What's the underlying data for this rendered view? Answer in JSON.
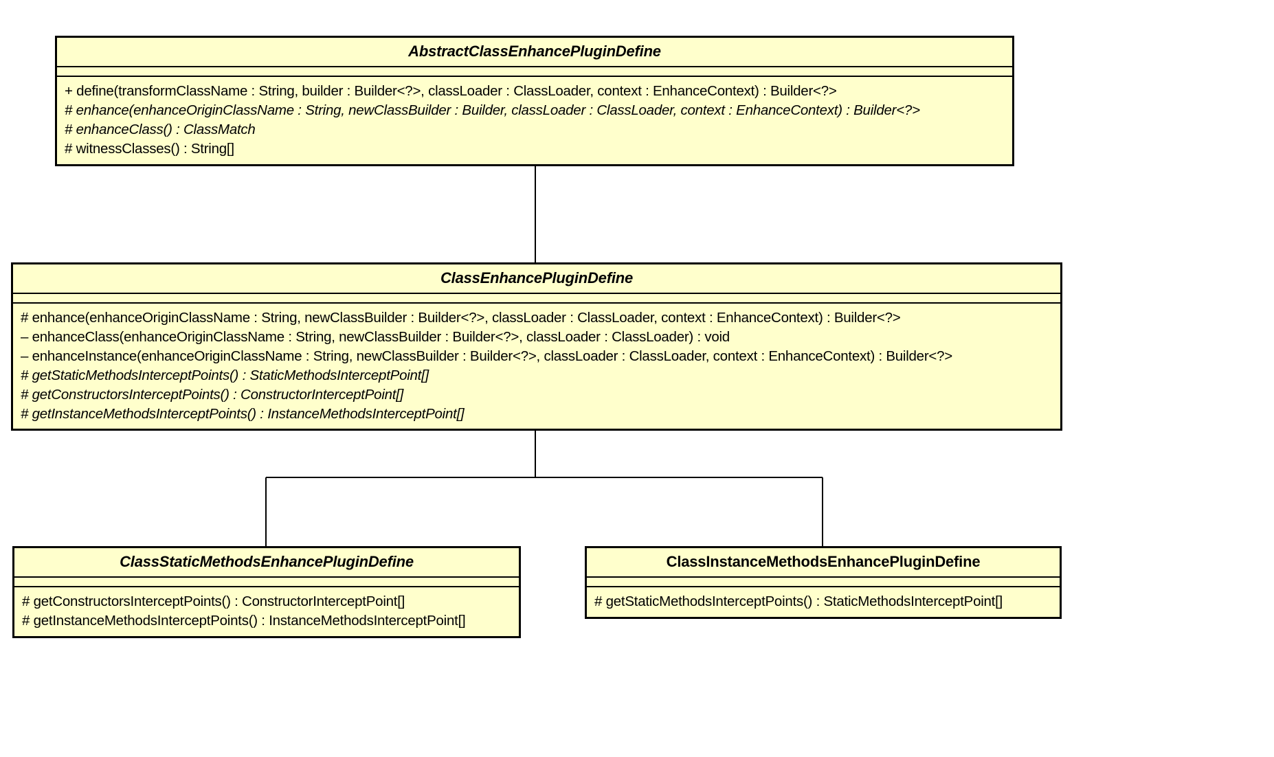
{
  "diagram": {
    "title": "UML Class Diagram",
    "type": "uml-class-diagram",
    "colors": {
      "class_fill": "#FFFFCC",
      "border": "#000000",
      "text": "#000000",
      "background": "#FFFFFF",
      "connector": "#000000"
    },
    "classes": [
      {
        "id": "abstract-class-enhance-plugin-define",
        "name": "AbstractClassEnhancePluginDefine",
        "stereotype": "abstract",
        "abstract": true,
        "attributes": [],
        "methods": [
          {
            "text": "+ define(transformClassName : String, builder : Builder<?>, classLoader : ClassLoader, context : EnhanceContext) : Builder<?>",
            "visibility": "public",
            "abstract": false
          },
          {
            "text": "# enhance(enhanceOriginClassName : String, newClassBuilder : Builder, classLoader : ClassLoader, context : EnhanceContext) : Builder<?>",
            "visibility": "protected",
            "abstract": true
          },
          {
            "text": "# enhanceClass() : ClassMatch",
            "visibility": "protected",
            "abstract": true
          },
          {
            "text": "# witnessClasses() : String[]",
            "visibility": "protected",
            "abstract": false
          }
        ]
      },
      {
        "id": "class-enhance-plugin-define",
        "name": "ClassEnhancePluginDefine",
        "stereotype": "abstract",
        "abstract": true,
        "attributes": [],
        "methods": [
          {
            "text": "# enhance(enhanceOriginClassName : String, newClassBuilder : Builder<?>, classLoader : ClassLoader, context : EnhanceContext) : Builder<?>",
            "visibility": "protected",
            "abstract": false
          },
          {
            "text": "– enhanceClass(enhanceOriginClassName : String, newClassBuilder : Builder<?>, classLoader : ClassLoader) : void",
            "visibility": "private",
            "abstract": false
          },
          {
            "text": "– enhanceInstance(enhanceOriginClassName : String, newClassBuilder : Builder<?>, classLoader : ClassLoader, context : EnhanceContext) : Builder<?>",
            "visibility": "private",
            "abstract": false
          },
          {
            "text": "# getStaticMethodsInterceptPoints() : StaticMethodsInterceptPoint[]",
            "visibility": "protected",
            "abstract": true
          },
          {
            "text": "# getConstructorsInterceptPoints() : ConstructorInterceptPoint[]",
            "visibility": "protected",
            "abstract": true
          },
          {
            "text": "# getInstanceMethodsInterceptPoints() : InstanceMethodsInterceptPoint[]",
            "visibility": "protected",
            "abstract": true
          }
        ]
      },
      {
        "id": "class-static-methods-enhance-plugin-define",
        "name": "ClassStaticMethodsEnhancePluginDefine",
        "stereotype": "abstract",
        "abstract": true,
        "attributes": [],
        "methods": [
          {
            "text": "# getConstructorsInterceptPoints() : ConstructorInterceptPoint[]",
            "visibility": "protected",
            "abstract": false
          },
          {
            "text": "# getInstanceMethodsInterceptPoints() : InstanceMethodsInterceptPoint[]",
            "visibility": "protected",
            "abstract": false
          }
        ]
      },
      {
        "id": "class-instance-methods-enhance-plugin-define",
        "name": "ClassInstanceMethodsEnhancePluginDefine",
        "stereotype": "concrete",
        "abstract": false,
        "attributes": [],
        "methods": [
          {
            "text": "# getStaticMethodsInterceptPoints() : StaticMethodsInterceptPoint[]",
            "visibility": "protected",
            "abstract": false
          }
        ]
      }
    ],
    "relationships": [
      {
        "type": "generalization",
        "from": "ClassEnhancePluginDefine",
        "to": "AbstractClassEnhancePluginDefine",
        "arrow": "hollow-triangle"
      },
      {
        "type": "generalization",
        "from": "ClassStaticMethodsEnhancePluginDefine",
        "to": "ClassEnhancePluginDefine",
        "arrow": "hollow-triangle"
      },
      {
        "type": "generalization",
        "from": "ClassInstanceMethodsEnhancePluginDefine",
        "to": "ClassEnhancePluginDefine",
        "arrow": "hollow-triangle"
      }
    ]
  }
}
